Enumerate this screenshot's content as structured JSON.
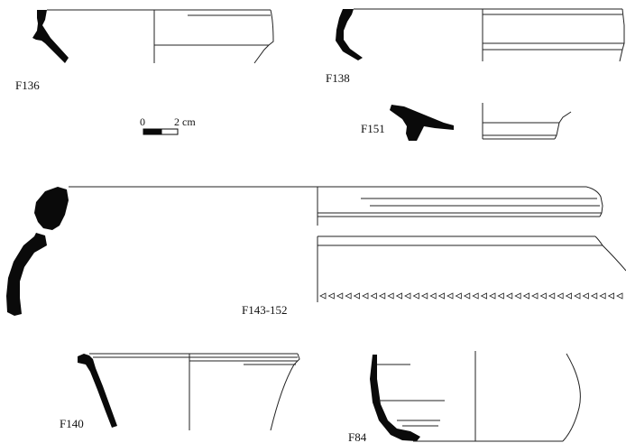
{
  "figure": {
    "labels": {
      "f136": "F136",
      "f138": "F138",
      "f151": "F151",
      "f143_152": "F143-152",
      "f140": "F140",
      "f84": "F84"
    },
    "scale_bar": {
      "start_label": "0",
      "end_label": "2 cm"
    },
    "colors": {
      "section_fill": "#0a0a0a",
      "line": "#222222",
      "background": "#ffffff"
    }
  }
}
